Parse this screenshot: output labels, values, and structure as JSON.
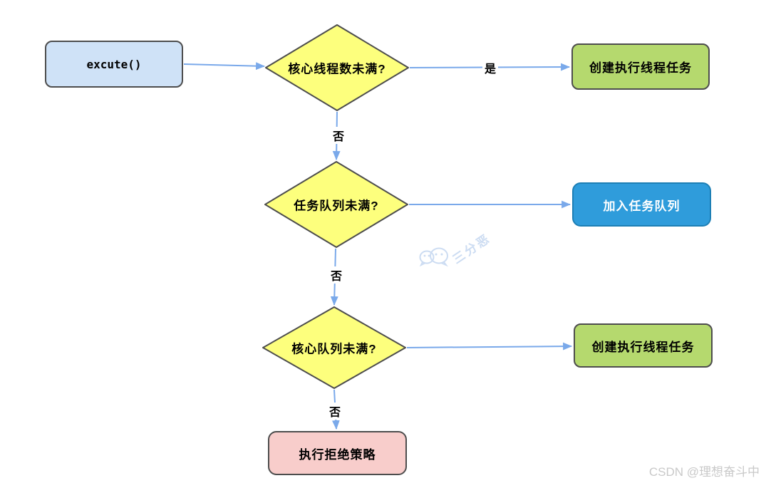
{
  "diagram": {
    "nodes": {
      "start": {
        "label": "excute()"
      },
      "decision1": {
        "label": "核心线程数未满?"
      },
      "create_thread_top": {
        "label": "创建执行线程任务"
      },
      "decision2": {
        "label": "任务队列未满?"
      },
      "join_queue": {
        "label": "加入任务队列"
      },
      "decision3": {
        "label": "核心队列未满?"
      },
      "create_thread_bottom": {
        "label": "创建执行线程任务"
      },
      "reject": {
        "label": "执行拒绝策略"
      }
    },
    "edge_labels": {
      "yes": "是",
      "no": "否"
    }
  },
  "watermarks": {
    "center": "三分恶",
    "bottom_right": "CSDN @理想奋斗中"
  },
  "colors": {
    "start_fill": "#cfe2f7",
    "decision_fill": "#fdff7d",
    "create_fill": "#b5d96e",
    "queue_fill": "#2f9cdb",
    "queue_border": "#1d7fb5",
    "queue_text": "#ffffff",
    "reject_fill": "#f8cdcb",
    "border_dark": "#4d4d4d",
    "arrow": "#7aa9ea",
    "watermark_center": "#ccdcf2",
    "watermark_gray": "#c9c9c9"
  }
}
